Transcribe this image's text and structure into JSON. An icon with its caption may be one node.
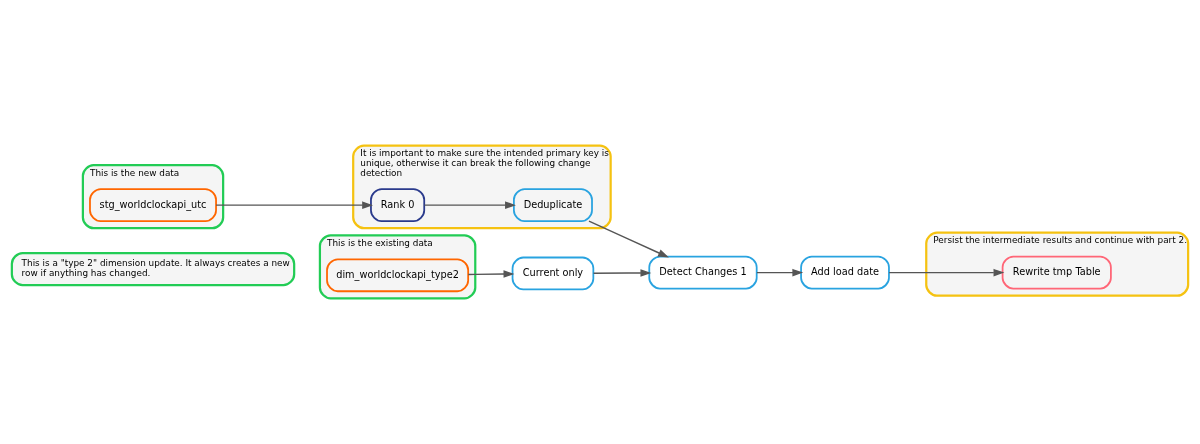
{
  "diagram": {
    "nodes": [
      {
        "text": [
          "This is a \"type 2\" dimension update. It always creates a new row if anything has changed."
        ]
      },
      {
        "text": [
          "This is the new data"
        ]
      },
      {
        "text": [
          "stg_worldclockapi_utc"
        ],
        "in": 1
      },
      {
        "text": [
          "It is important to make sure the intended primary key is unique, otherwise it can break the following change detection"
        ]
      },
      {
        "text": [
          "Rank 0"
        ],
        "in": 3
      },
      {
        "text": [
          "Deduplicate"
        ],
        "in": 3
      },
      {
        "text": [
          "This is the existing data"
        ]
      },
      {
        "text": [
          "dim_worldclockapi_type2"
        ],
        "in": 6
      },
      {
        "text": [
          "Current only"
        ]
      },
      {
        "text": [
          "Detect Changes 1"
        ]
      },
      {
        "text": [
          "Add load date"
        ]
      },
      {
        "text": [
          "Persist the intermediate results and continue with part 2."
        ]
      },
      {
        "text": [
          "Rewrite tmp Table"
        ],
        "in": 11
      }
    ],
    "edges": [
      {
        "from": 2,
        "to": 4,
        "arrow": "to"
      },
      {
        "from": 4,
        "to": 5,
        "arrow": "to"
      },
      {
        "from": 5,
        "to": 9,
        "arrow": "to"
      },
      {
        "from": 7,
        "to": 8,
        "arrow": "to"
      },
      {
        "from": 8,
        "to": 9,
        "arrow": "to"
      },
      {
        "from": 9,
        "to": 10,
        "arrow": "to"
      },
      {
        "from": 10,
        "to": 12,
        "arrow": "to"
      }
    ]
  }
}
